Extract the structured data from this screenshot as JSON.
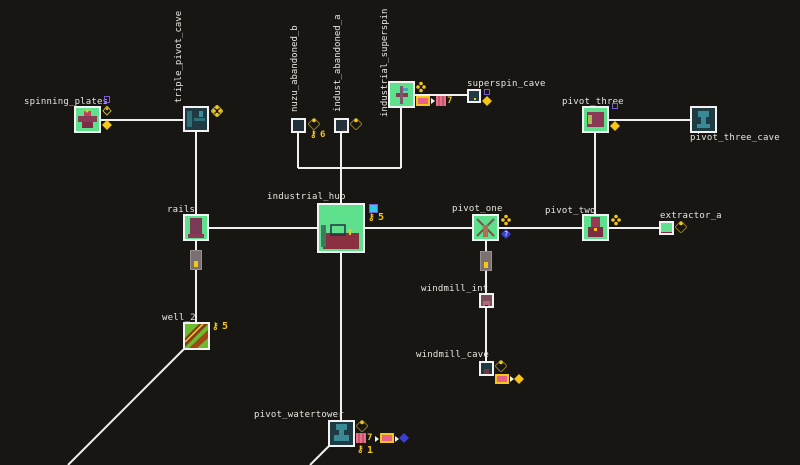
{
  "colors": {
    "background": "#171613",
    "edge": "#f0f0f0",
    "node_border": "#f2f2f2",
    "gold": "#f5c518",
    "purple": "#7b5bd6",
    "blue": "#3a3fd0",
    "cyan": "#31c9f0",
    "pink": "#e86a7a"
  },
  "nodes": [
    {
      "id": "spinning_plates",
      "label": "spinning_plates"
    },
    {
      "id": "triple_pivot_cave",
      "label": "triple_pivot_cave"
    },
    {
      "id": "nuzu_abandoned_b",
      "label": "nuzu_abandoned_b"
    },
    {
      "id": "indust_abandoned_a",
      "label": "indust_abandoned_a"
    },
    {
      "id": "industrial_superspin",
      "label": "industrial_superspin"
    },
    {
      "id": "superspin_cave",
      "label": "superspin_cave"
    },
    {
      "id": "pivot_three",
      "label": "pivot_three"
    },
    {
      "id": "pivot_three_cave",
      "label": "pivot_three_cave"
    },
    {
      "id": "rails",
      "label": "rails"
    },
    {
      "id": "industrial_hub",
      "label": "industrial_hub"
    },
    {
      "id": "pivot_one",
      "label": "pivot_one"
    },
    {
      "id": "pivot_two",
      "label": "pivot_two"
    },
    {
      "id": "extractor_a",
      "label": "extractor_a"
    },
    {
      "id": "windmill_int",
      "label": "windmill_int"
    },
    {
      "id": "well_2",
      "label": "well_2"
    },
    {
      "id": "windmill_cave",
      "label": "windmill_cave"
    },
    {
      "id": "pivot_watertower",
      "label": "pivot_watertower"
    }
  ],
  "annotations": {
    "nuzu_key_count": "6",
    "industrial_superspin_count": "7",
    "industrial_hub_key_count": "5",
    "pivot_one_badge": "?",
    "well_2_key_count": "5",
    "pivot_watertower_count": "7",
    "pivot_watertower_key_count": "1"
  }
}
